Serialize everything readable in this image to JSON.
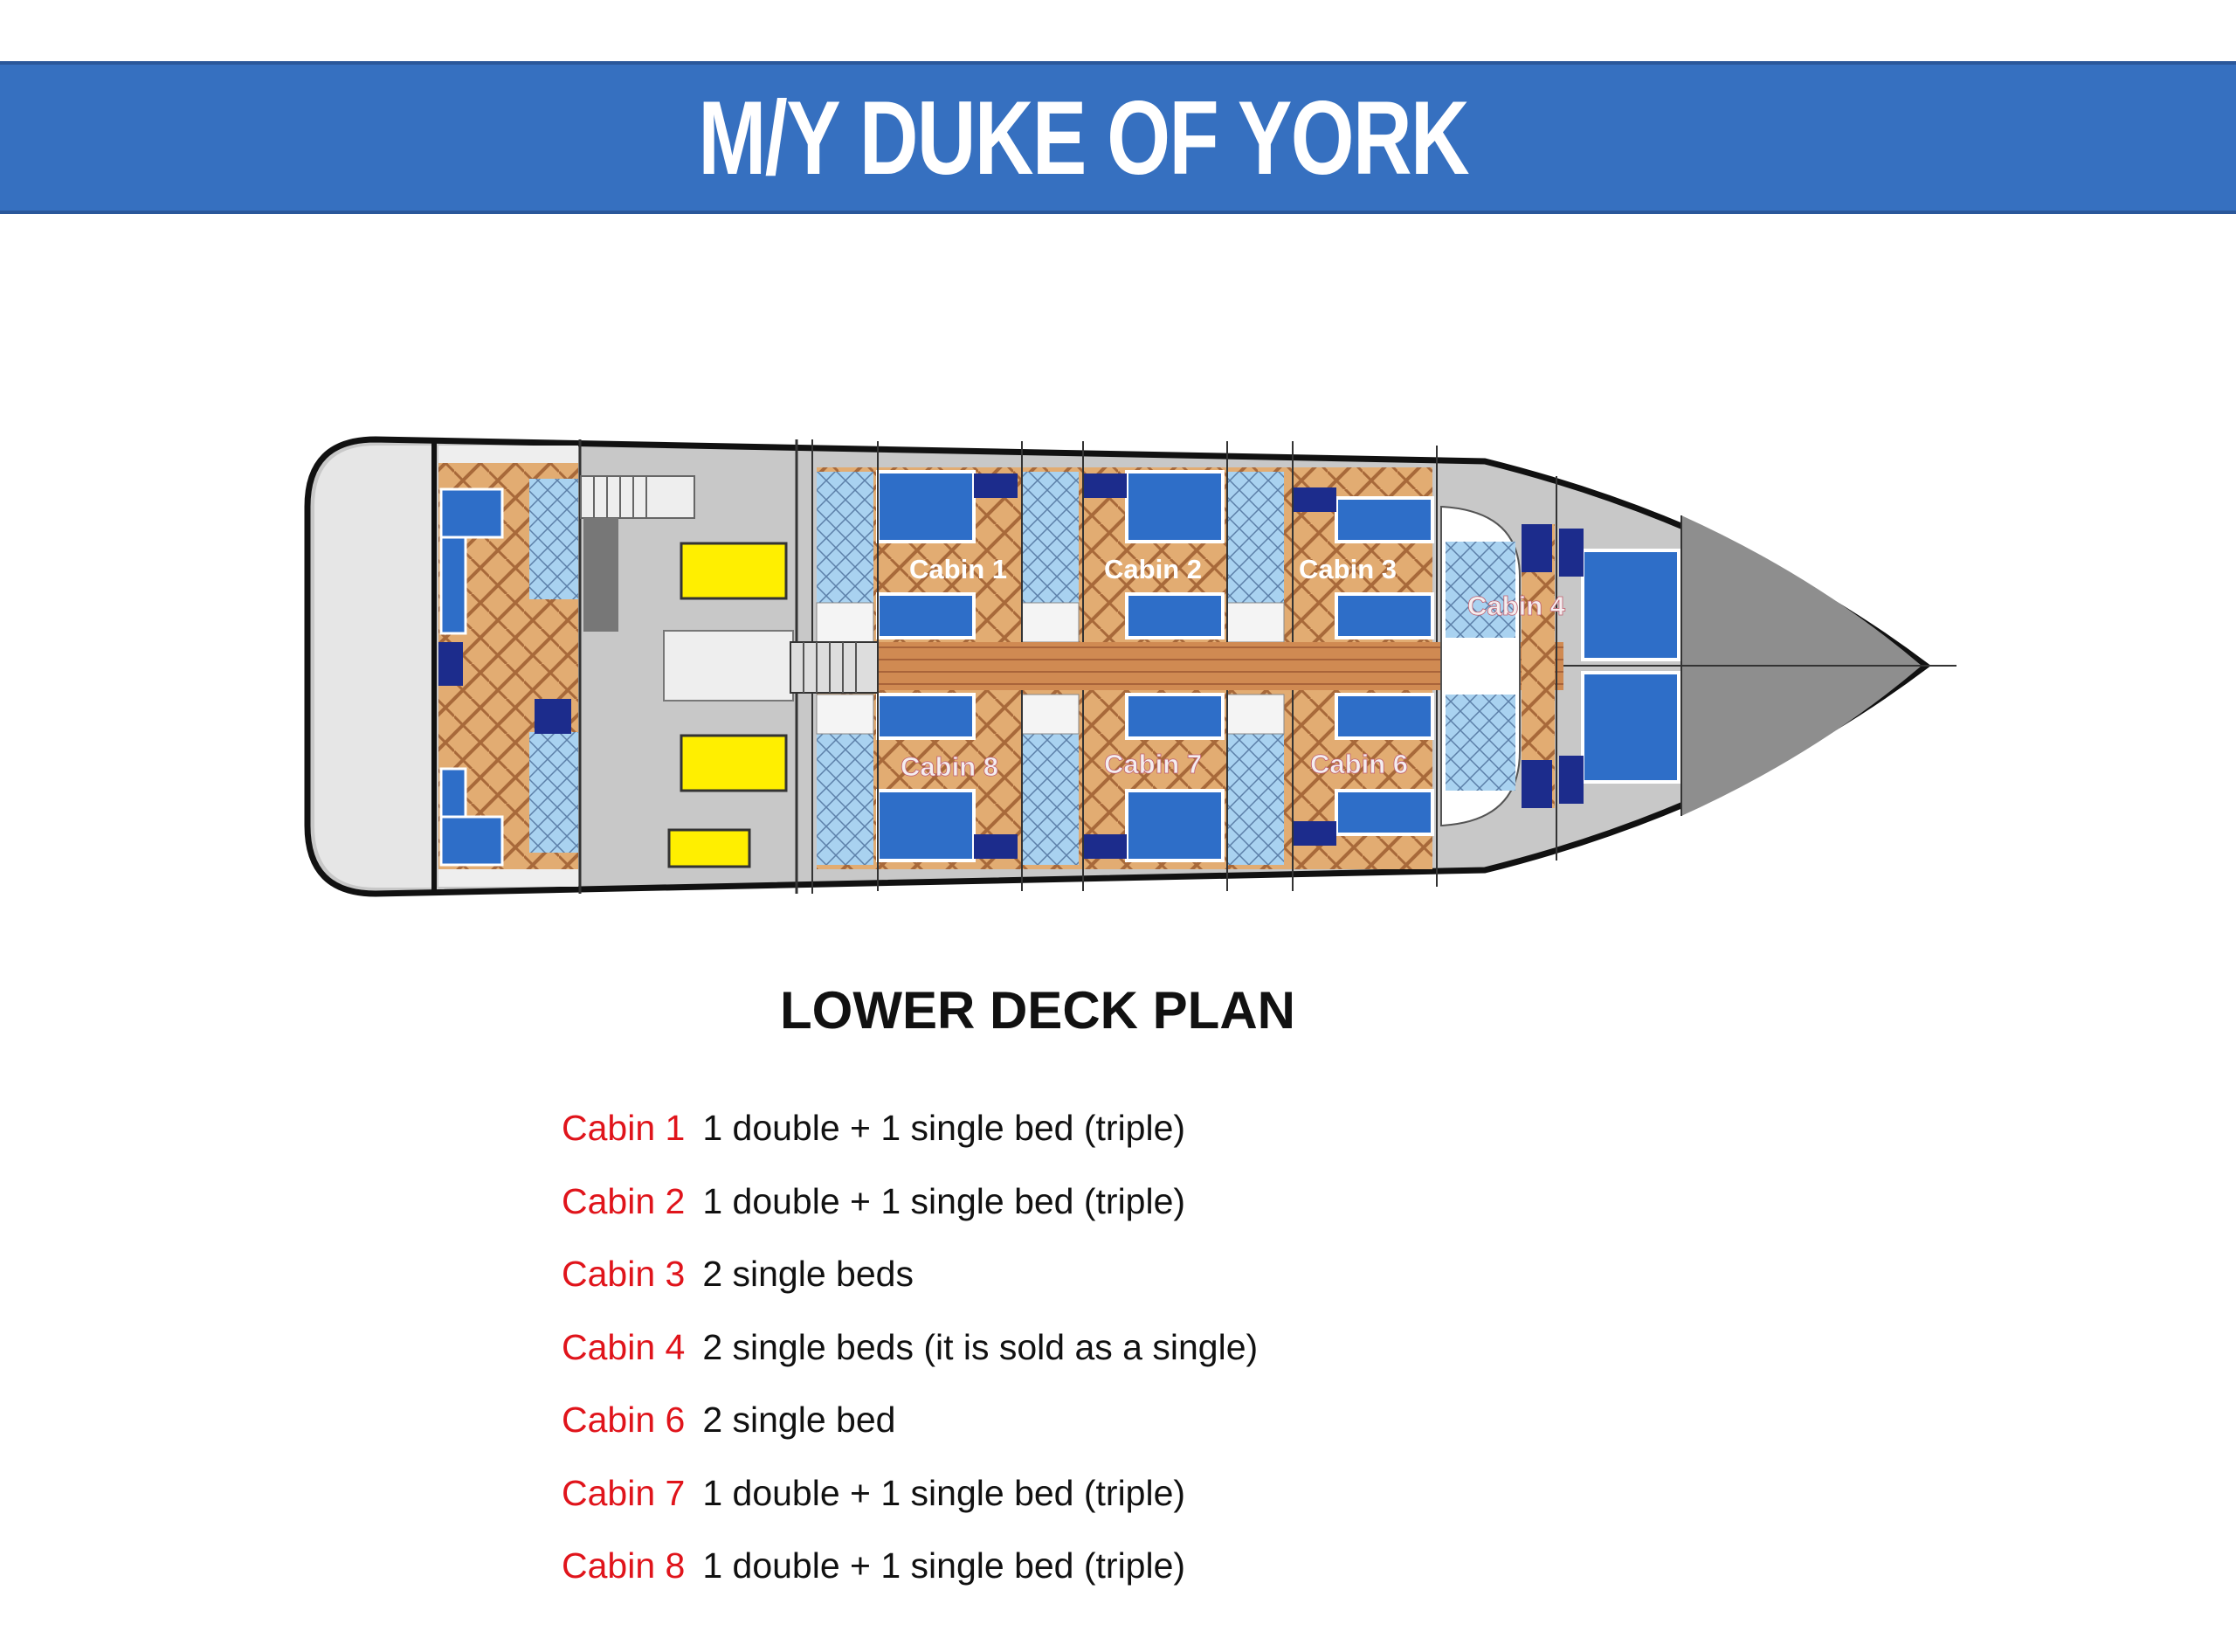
{
  "header": {
    "title": "M/Y DUKE OF YORK"
  },
  "plan": {
    "cabin_labels": {
      "c1": "Cabin 1",
      "c2": "Cabin 2",
      "c3": "Cabin 3",
      "c4": "Cabin 4",
      "c6": "Cabin 6",
      "c7": "Cabin 7",
      "c8": "Cabin 8"
    }
  },
  "deck_title": "LOWER DECK PLAN",
  "cabins": [
    {
      "name": "Cabin 1",
      "beds": "1 double + 1 single bed (triple)"
    },
    {
      "name": "Cabin 2",
      "beds": "1 double + 1 single bed (triple)"
    },
    {
      "name": "Cabin 3",
      "beds": "2 single beds"
    },
    {
      "name": "Cabin 4",
      "beds": "2 single beds (it is sold as a single)"
    },
    {
      "name": "Cabin 6",
      "beds": "2 single bed"
    },
    {
      "name": "Cabin 7",
      "beds": "1 double + 1 single bed (triple)"
    },
    {
      "name": "Cabin 8",
      "beds": "1 double + 1 single bed (triple)"
    }
  ],
  "colors": {
    "banner": "#3670c0",
    "cabin_name": "#e0141b"
  }
}
